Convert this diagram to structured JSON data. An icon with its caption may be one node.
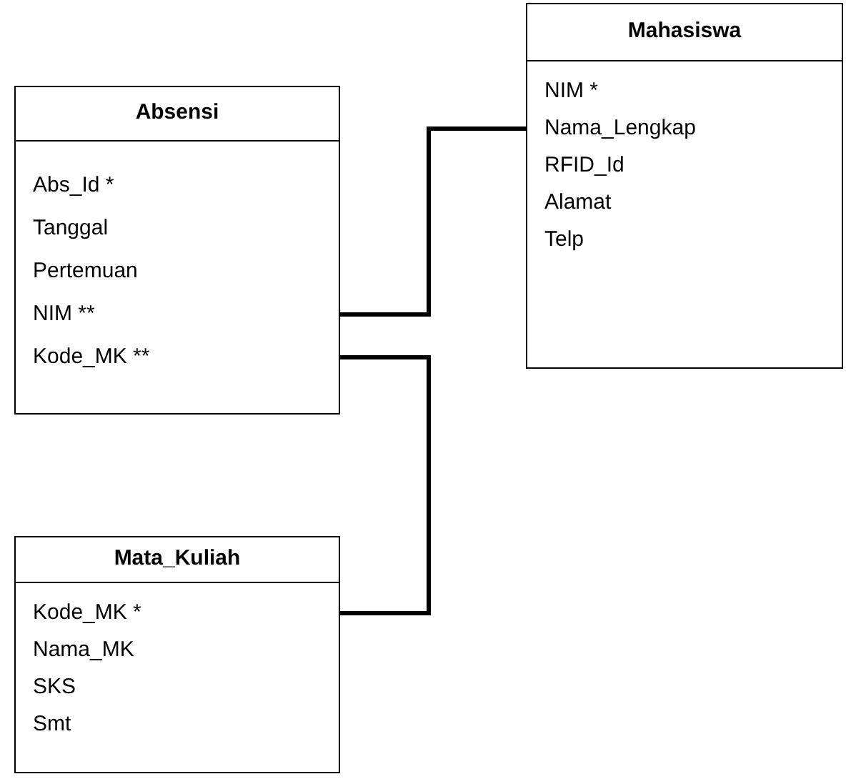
{
  "diagram": {
    "nodes": [
      {
        "text": [
          "Absensi",
          "Abs_Id *",
          "Tanggal",
          "Pertemuan",
          "NIM **",
          "Kode_MK **"
        ]
      },
      {
        "text": [
          "Mahasiswa",
          "NIM *",
          "Nama_Lengkap",
          "RFID_Id",
          "Alamat",
          "Telp"
        ]
      },
      {
        "text": [
          "Mata_Kuliah",
          "Kode_MK *",
          "Nama_MK",
          "SKS",
          "Smt"
        ]
      }
    ],
    "edges": [
      {
        "from": 0,
        "to": 1,
        "arrow": "none"
      },
      {
        "from": 0,
        "to": 2,
        "arrow": "none"
      }
    ]
  }
}
